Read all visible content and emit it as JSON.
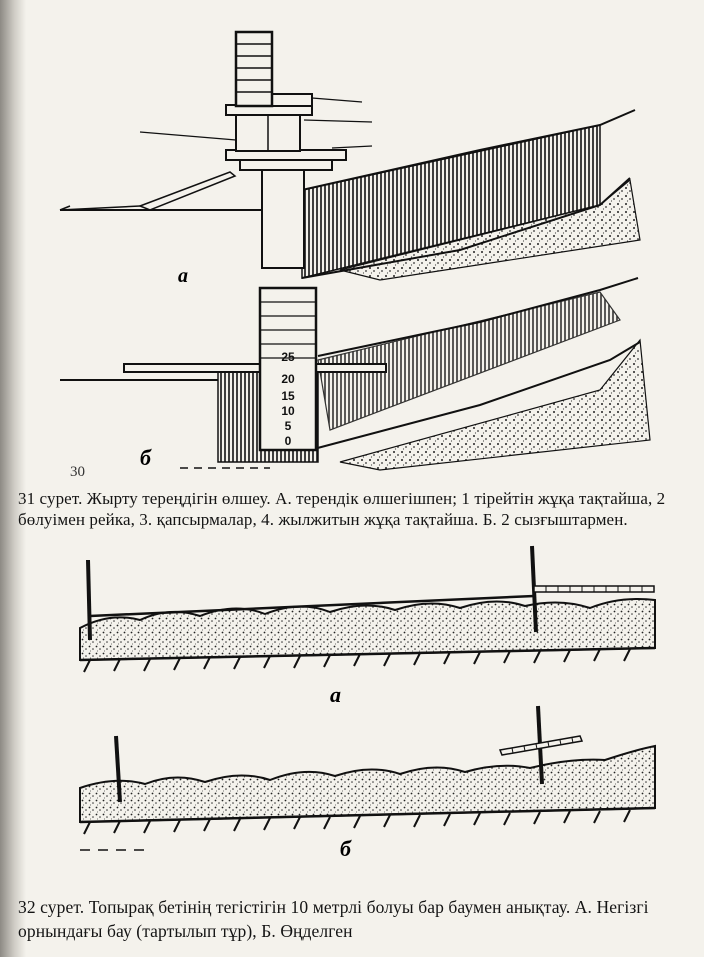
{
  "figure31": {
    "sub_a_label": "а",
    "sub_b_label": "б",
    "stray_mark": "30",
    "scale_marks": [
      "25",
      "20",
      "15",
      "10",
      "5",
      "0"
    ]
  },
  "caption31": "31 сурет. Жырту тереңдігін өлшеу. А. терендік өлшегішпен; 1 тірейтін жұқа тақтайша, 2 бөлуімен рейка, 3. қапсырмалар, 4. жылжитын жұқа тақтайша. Б. 2 сызғыштармен.",
  "figure32": {
    "sub_a_label": "а",
    "sub_b_label": "б"
  },
  "caption32": "32 сурет. Топырақ бетінің тегістігін 10 метрлі болуы бар баумен анықтау. А. Негізгі орнындағы бау (тартылып тұр), Б. Өңделген"
}
